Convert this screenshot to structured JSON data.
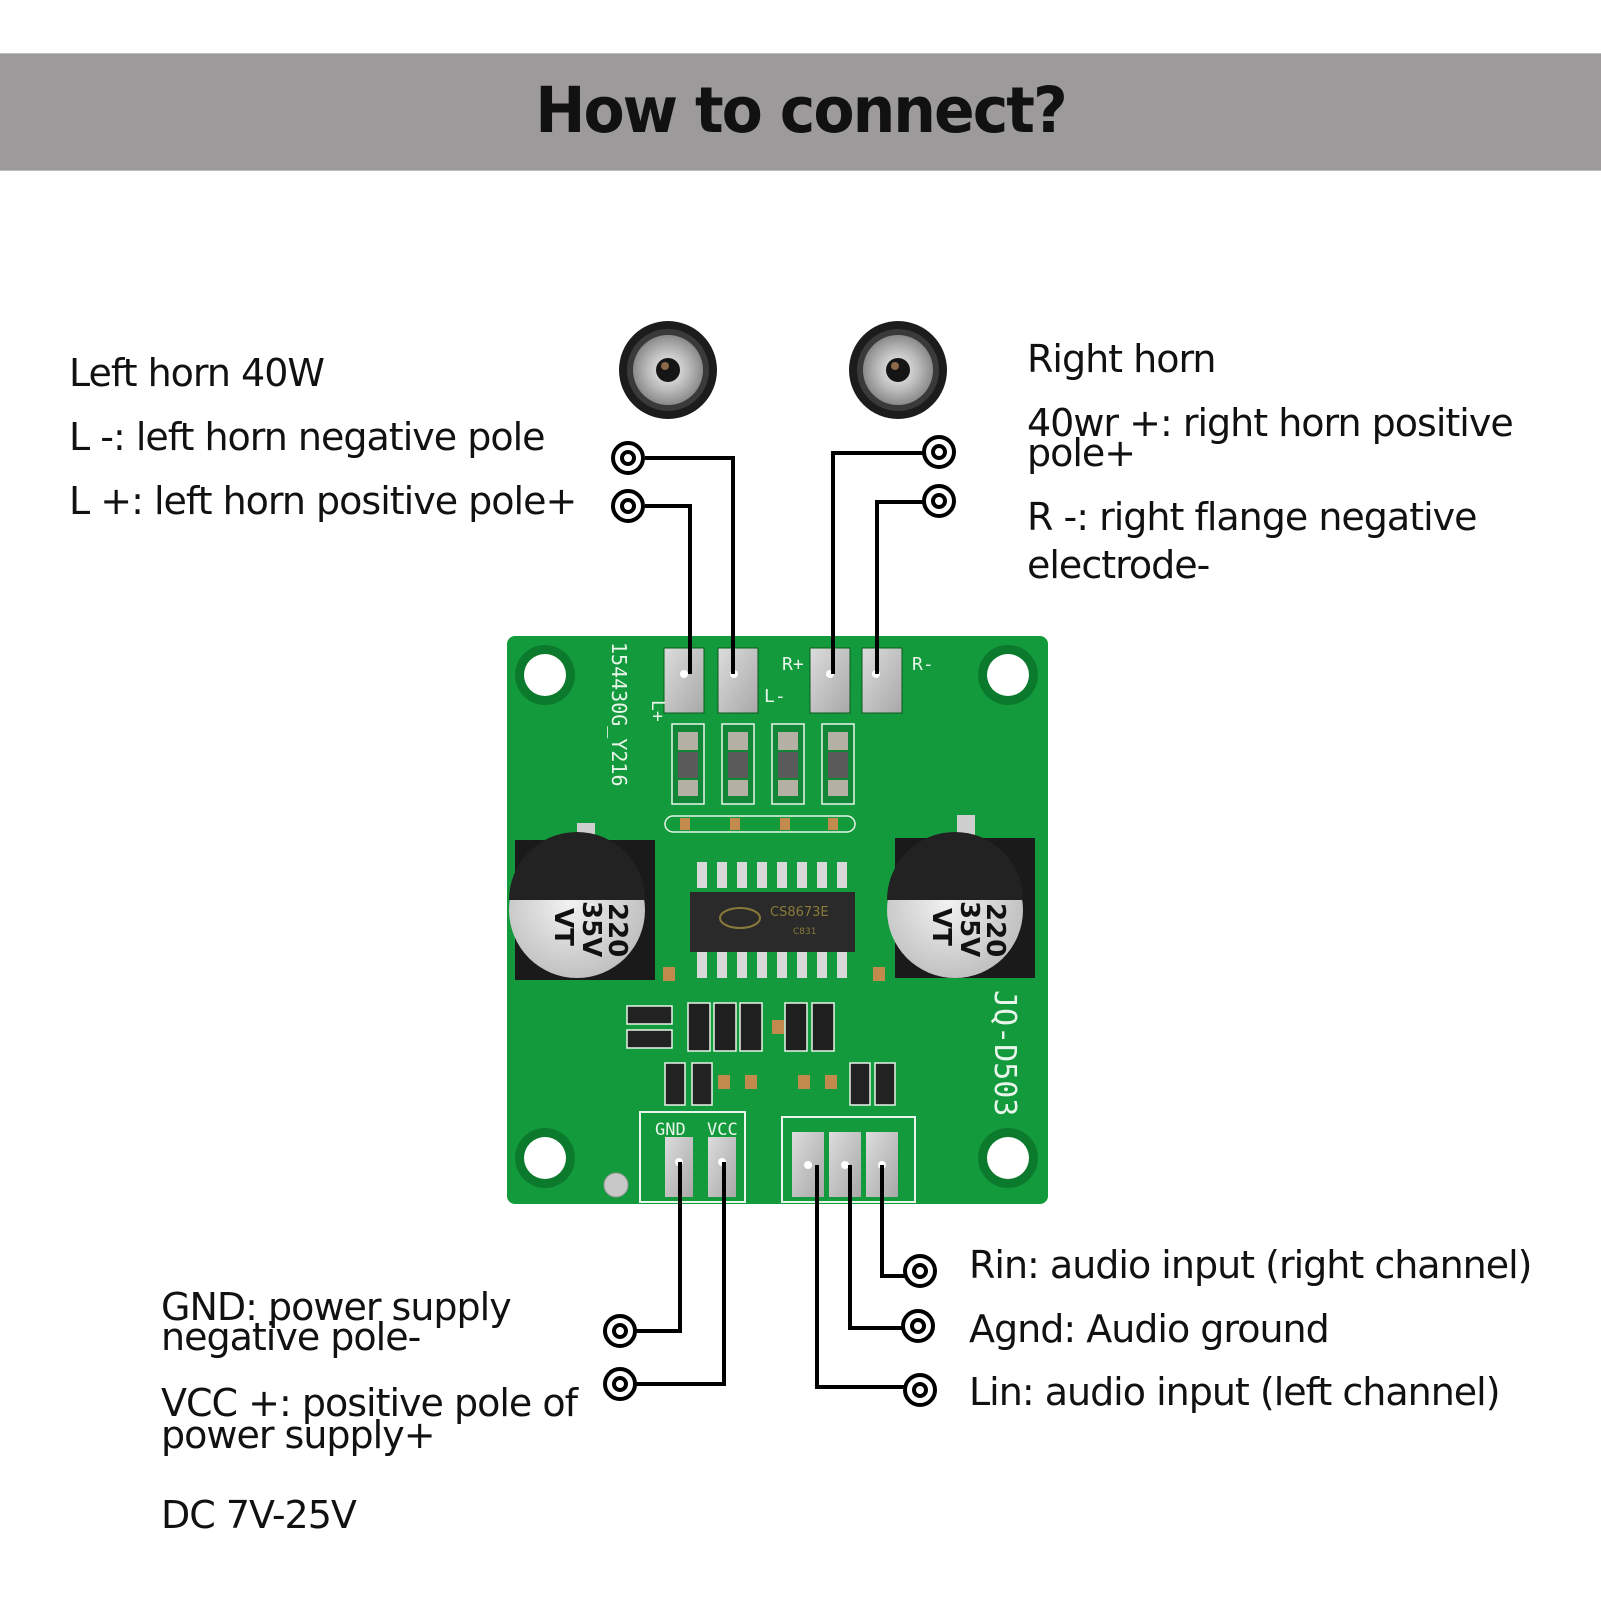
{
  "title": "How to connect?",
  "speakers": {
    "left_label": "Left horn 40W",
    "left_minus": "L -: left horn negative pole",
    "left_plus": "L +: left horn positive pole+",
    "right_label": "Right horn",
    "right_plus_line1": "40wr +: right horn positive",
    "right_plus_line2": " pole+",
    "right_minus_line1": "R -: right flange negative",
    "right_minus_line2": " electrode-"
  },
  "power": {
    "gnd_line1": "GND: power supply",
    "gnd_line2": "negative pole-",
    "vcc_line1": "VCC +: positive pole of",
    "vcc_line2": "power supply+",
    "voltage": "DC 7V-25V"
  },
  "audio_input": {
    "rin": "Rin: audio input (right channel)",
    "agnd": "Agnd: Audio ground",
    "lin": "Lin: audio input (left channel)"
  },
  "board": {
    "silkscreen_id": "154430G_Y216",
    "model": "JQ-D503",
    "chip": "CS8673E",
    "chip_code": "C831",
    "cap_value": "220",
    "cap_voltage": "35V",
    "cap_series": "VT",
    "pad_labels": {
      "l_plus": "L+",
      "l_minus": "L-",
      "r_plus": "R+",
      "r_minus": "R-",
      "gnd": "GND",
      "vcc": "VCC"
    },
    "colors": {
      "pcb": "#129a3c",
      "pcb_dark": "#0c7a2c",
      "silk": "#e8f5ea",
      "pad": "#c9c9c9"
    }
  }
}
